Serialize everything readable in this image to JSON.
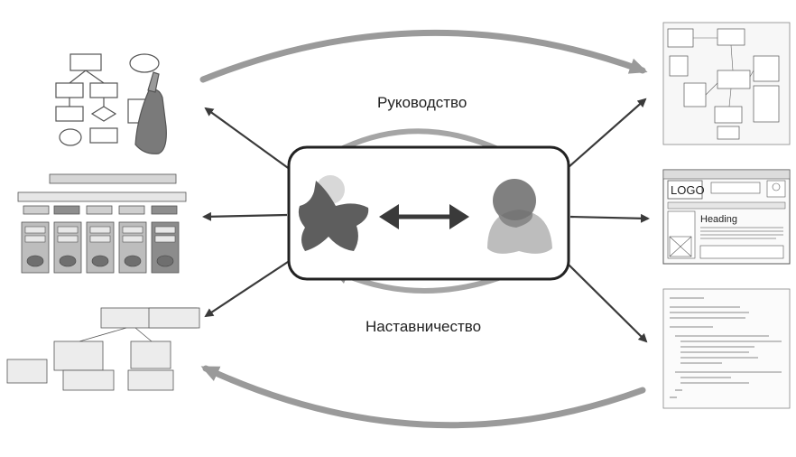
{
  "labels": {
    "top": "Руководство",
    "bottom": "Наставничество"
  },
  "wireframe": {
    "logo": "LOGO",
    "heading": "Heading"
  },
  "colors": {
    "arrow": "#9a9a9a",
    "dark_arrow": "#3a3a3a",
    "star": "#5a5a5a",
    "person_head": "#6a6a6a",
    "person_body": "#bdbdbd",
    "outline": "#222222"
  },
  "icons": {
    "center_left": "star-shape-icon",
    "center_middle": "double-arrow-icon",
    "center_right": "person-icon"
  }
}
